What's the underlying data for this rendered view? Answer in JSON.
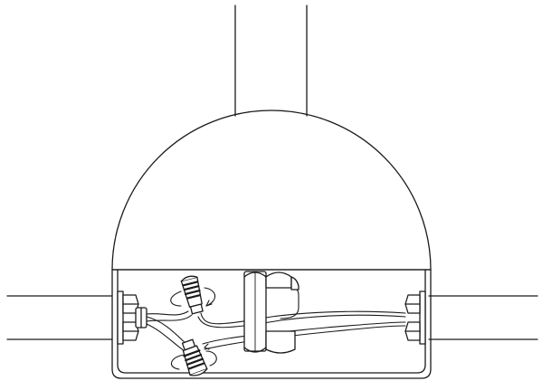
{
  "diagram": {
    "stroke_color": "#1a1a1a",
    "fill_color": "#ffffff",
    "parts": [
      "conduit-pipe-top",
      "conduit-pipe-left",
      "conduit-pipe-right",
      "dome-cover",
      "junction-box",
      "cable-gland-left",
      "cable-gland-right",
      "wire-connector-upper",
      "wire-connector-lower",
      "rotation-arrow-icon",
      "splice-block",
      "wire-bundle"
    ]
  }
}
